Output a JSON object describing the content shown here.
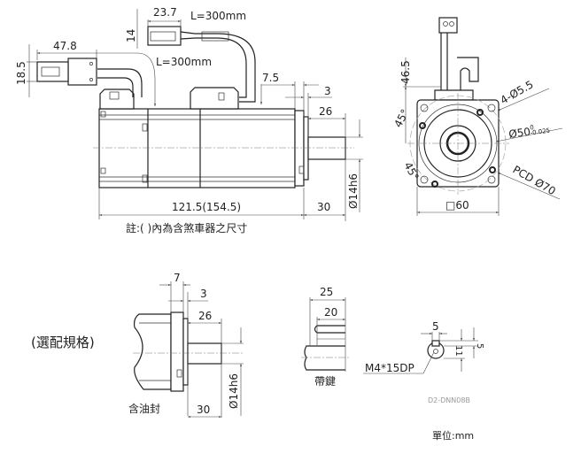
{
  "side_view": {
    "connector_top_width": "23.7",
    "connector_top_cable": "L=300mm",
    "connector_top_height": "14",
    "connector_left_width": "47.8",
    "connector_left_height": "18.5",
    "connector_left_cable": "L=300mm",
    "flange_offset": "7.5",
    "flange_thickness": "3",
    "shaft_length_inner": "26",
    "body_length": "121.5(154.5)",
    "shaft_length": "30",
    "shaft_diameter": "Ø14h6",
    "note": "註:( )內為含煞車器之尺寸"
  },
  "front_view": {
    "cable_height": "46.5",
    "angle_top": "45°",
    "angle_bottom": "45°",
    "mount_holes": "4-Ø5.5",
    "pilot_diameter": "Ø50",
    "pilot_tol_upper": "0",
    "pilot_tol_lower": "-0.025",
    "pcd": "PCD Ø70",
    "flange_size": "□60"
  },
  "options": {
    "title": "(選配規格)",
    "oil_seal": {
      "d7": "7",
      "d3": "3",
      "d26": "26",
      "d30": "30",
      "shaft_diameter": "Ø14h6",
      "label": "含油封"
    },
    "keyed": {
      "d25": "25",
      "d20": "20",
      "label": "帶鍵"
    },
    "tap": {
      "d5w": "5",
      "d5h": "5",
      "d11": "11",
      "label": "M4*15DP"
    },
    "model": "D2-DNN08B",
    "unit": "單位:mm"
  }
}
